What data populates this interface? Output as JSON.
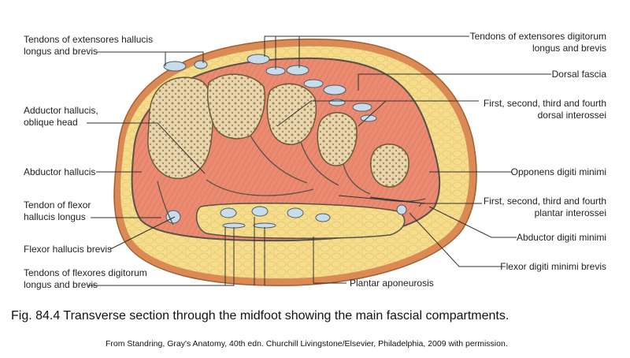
{
  "colors": {
    "fat": "#f5db8a",
    "skin": "#d98a55",
    "muscle": "#e8826a",
    "bone": "#e6d3a8",
    "tendon": "#c7dbe8",
    "line": "#333333"
  },
  "labels_left": {
    "ext_hallucis_1": "Tendons of extensores hallucis",
    "ext_hallucis_2": "longus and brevis",
    "adductor_1": "Adductor hallucis,",
    "adductor_2": "oblique head",
    "abductor_hallucis": "Abductor hallucis",
    "flexor_hallucis_longus_1": "Tendon of flexor",
    "flexor_hallucis_longus_2": "hallucis longus",
    "flexor_hallucis_brevis": "Flexor hallucis brevis",
    "flexores_digitorum_1": "Tendons of flexores digitorum",
    "flexores_digitorum_2": "longus and brevis"
  },
  "labels_right": {
    "ext_digitorum_1": "Tendons of extensores digitorum",
    "ext_digitorum_2": "longus and brevis",
    "dorsal_fascia": "Dorsal fascia",
    "dorsal_interossei_1": "First, second, third and fourth",
    "dorsal_interossei_2": "dorsal interossei",
    "opponens": "Opponens digiti minimi",
    "plantar_interossei_1": "First, second, third and fourth",
    "plantar_interossei_2": "plantar interossei",
    "abductor_digiti": "Abductor digiti minimi",
    "flexor_digiti": "Flexor digiti minimi brevis",
    "plantar_aponeurosis": "Plantar aponeurosis"
  },
  "caption": "Fig. 84.4 Transverse section through the midfoot showing the main fascial compartments.",
  "credit": "From Standring, Gray's Anatomy, 40th edn. Churchill Livingstone/Elsevier, Philadelphia, 2009 with permission."
}
